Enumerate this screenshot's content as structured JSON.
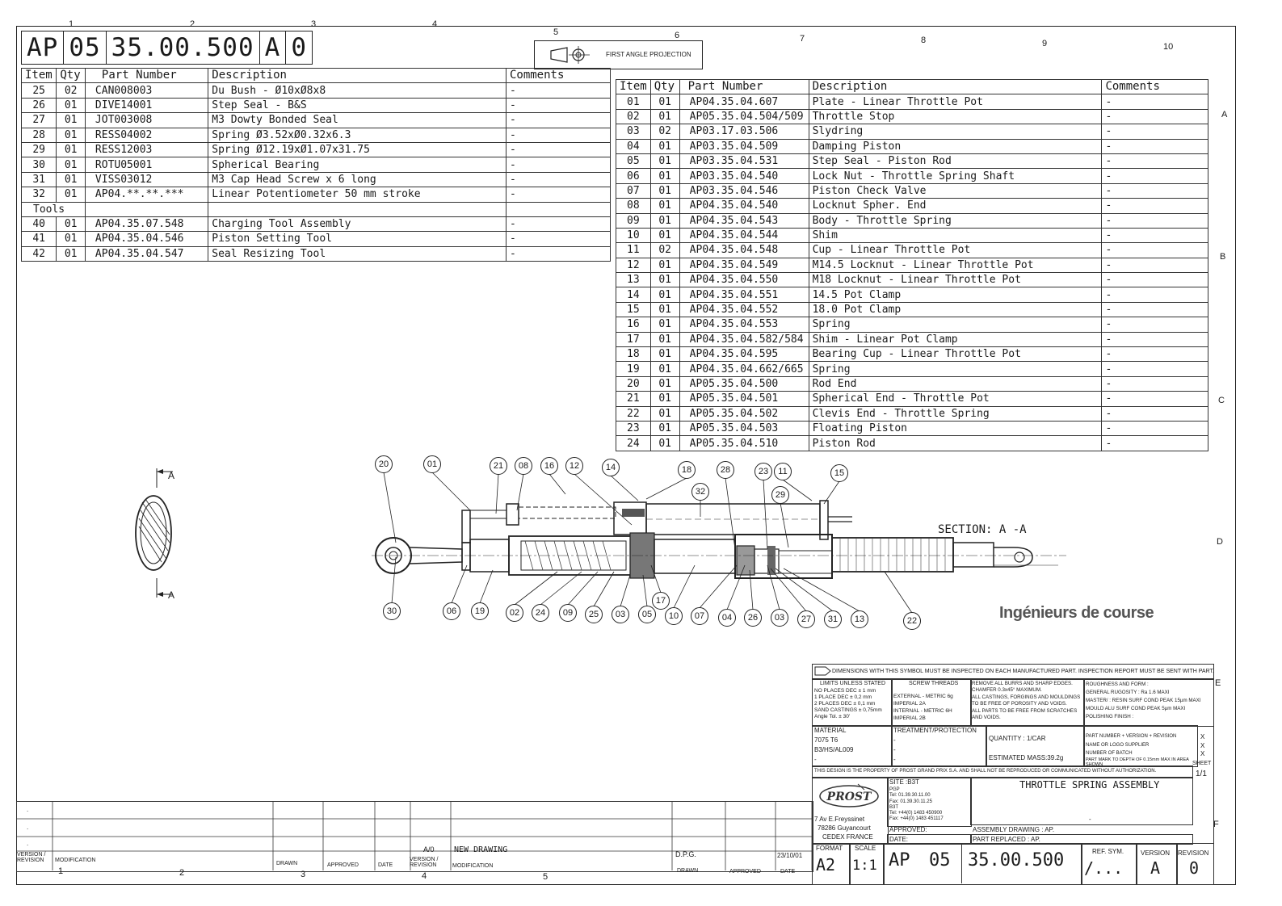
{
  "drawing_number_parts": [
    "AP",
    "05",
    "35.00.500",
    "A",
    "0"
  ],
  "projection_label": "FIRST ANGLE PROJECTION",
  "zones_top": [
    "1",
    "2",
    "3",
    "4",
    "5",
    "6",
    "7",
    "8",
    "9",
    "10"
  ],
  "zones_bottom": [
    "1",
    "2",
    "3",
    "4",
    "5"
  ],
  "zones_right": [
    "A",
    "B",
    "C",
    "D",
    "E",
    "F"
  ],
  "left_table": {
    "headers": [
      "Item",
      "Qty",
      "Part Number",
      "Description",
      "Comments"
    ],
    "rows": [
      [
        "25",
        "02",
        "CAN008003",
        "Du Bush - Ø10xØ8x8",
        "-"
      ],
      [
        "26",
        "01",
        "DIVE14001",
        "Step Seal - B&S",
        "-"
      ],
      [
        "27",
        "01",
        "JOT003008",
        "M3 Dowty Bonded Seal",
        "-"
      ],
      [
        "28",
        "01",
        "RESS04002",
        "Spring Ø3.52xØ0.32x6.3",
        "-"
      ],
      [
        "29",
        "01",
        "RESS12003",
        "Spring Ø12.19xØ1.07x31.75",
        "-"
      ],
      [
        "30",
        "01",
        "ROTU05001",
        "Spherical Bearing",
        "-"
      ],
      [
        "31",
        "01",
        "VISS03012",
        "M3 Cap Head Screw x 6 long",
        "-"
      ],
      [
        "32",
        "01",
        "AP04.**.**.***",
        "Linear Potentiometer 50 mm stroke",
        "-"
      ]
    ],
    "tools_label": "Tools",
    "tool_rows": [
      [
        "40",
        "01",
        "AP04.35.07.548",
        "Charging Tool Assembly",
        "-"
      ],
      [
        "41",
        "01",
        "AP04.35.04.546",
        "Piston Setting Tool",
        "-"
      ],
      [
        "42",
        "01",
        "AP04.35.04.547",
        "Seal Resizing Tool",
        "-"
      ]
    ]
  },
  "right_table": {
    "headers": [
      "Item",
      "Qty",
      "Part Number",
      "Description",
      "Comments"
    ],
    "rows": [
      [
        "01",
        "01",
        "AP04.35.04.607",
        "Plate - Linear Throttle Pot",
        "-"
      ],
      [
        "02",
        "01",
        "AP05.35.04.504/509",
        "Throttle Stop",
        "-"
      ],
      [
        "03",
        "02",
        "AP03.17.03.506",
        "Slydring",
        "-"
      ],
      [
        "04",
        "01",
        "AP03.35.04.509",
        "Damping Piston",
        "-"
      ],
      [
        "05",
        "01",
        "AP03.35.04.531",
        "Step Seal - Piston Rod",
        "-"
      ],
      [
        "06",
        "01",
        "AP03.35.04.540",
        "Lock Nut - Throttle Spring Shaft",
        "-"
      ],
      [
        "07",
        "01",
        "AP03.35.04.546",
        "Piston Check Valve",
        "-"
      ],
      [
        "08",
        "01",
        "AP04.35.04.540",
        "Locknut Spher. End",
        "-"
      ],
      [
        "09",
        "01",
        "AP04.35.04.543",
        "Body - Throttle Spring",
        "-"
      ],
      [
        "10",
        "01",
        "AP04.35.04.544",
        "Shim",
        "-"
      ],
      [
        "11",
        "02",
        "AP04.35.04.548",
        "Cup - Linear Throttle Pot",
        "-"
      ],
      [
        "12",
        "01",
        "AP04.35.04.549",
        "M14.5 Locknut - Linear Throttle Pot",
        "-"
      ],
      [
        "13",
        "01",
        "AP04.35.04.550",
        "M18 Locknut - Linear Throttle Pot",
        "-"
      ],
      [
        "14",
        "01",
        "AP04.35.04.551",
        "14.5 Pot Clamp",
        "-"
      ],
      [
        "15",
        "01",
        "AP04.35.04.552",
        "18.0 Pot Clamp",
        "-"
      ],
      [
        "16",
        "01",
        "AP04.35.04.553",
        "Spring",
        "-"
      ],
      [
        "17",
        "01",
        "AP04.35.04.582/584",
        "Shim - Linear Pot Clamp",
        "-"
      ],
      [
        "18",
        "01",
        "AP04.35.04.595",
        "Bearing Cup - Linear Throttle Pot",
        "-"
      ],
      [
        "19",
        "01",
        "AP04.35.04.662/665",
        "Spring",
        "-"
      ],
      [
        "20",
        "01",
        "AP05.35.04.500",
        "Rod End",
        "-"
      ],
      [
        "21",
        "01",
        "AP05.35.04.501",
        "Spherical End - Throttle Pot",
        "-"
      ],
      [
        "22",
        "01",
        "AP05.35.04.502",
        "Clevis End - Throttle Spring",
        "-"
      ],
      [
        "23",
        "01",
        "AP05.35.04.503",
        "Floating Piston",
        "-"
      ],
      [
        "24",
        "01",
        "AP05.35.04.510",
        "Piston Rod",
        "-"
      ]
    ]
  },
  "section_label": "SECTION: A -A",
  "section_arrow_label": "A",
  "brand_text": "Ingénieurs de course",
  "callouts_top": [
    "20",
    "01",
    "21",
    "08",
    "16",
    "12",
    "14",
    "18",
    "32",
    "28",
    "23",
    "11",
    "29",
    "15"
  ],
  "callouts_bottom": [
    "30",
    "06",
    "19",
    "02",
    "24",
    "09",
    "25",
    "03",
    "05",
    "17",
    "10",
    "07",
    "04",
    "26",
    "03",
    "27",
    "31",
    "13",
    "22"
  ],
  "title_block": {
    "note": "DIMENSIONS WITH THIS SYMBOL MUST BE INSPECTED ON EACH MANUFACTURED PART. INSPECTION REPORT MUST BE SENT WITH PART.",
    "limits_title": "LIMITS UNLESS STATED",
    "limits": [
      "NO PLACES DEC  ± 1 mm",
      "1 PLACE DEC  ± 0,2 mm",
      "2 PLACES DEC  ± 0,1 mm",
      "SAND CASTINGS  ± 0,75mm",
      "Angle Tol.  ± 30'"
    ],
    "screw_title": "SCREW THREADS",
    "screw": [
      "EXTERNAL - METRIC 6g",
      "IMPERIAL 2A",
      "INTERNAL - METRIC 6H",
      "IMPERIAL 2B"
    ],
    "remove_text": [
      "REMOVE ALL BURRS AND SHARP EDGES.",
      "CHAMFER 0.3x45° MAXIMUM.",
      "ALL CASTINGS, FORGINGS AND MOULDINGS",
      "TO BE FREE OF POROSITY AND VOIDS.",
      "ALL PARTS TO BE FREE FROM SCRATCHES",
      "AND VOIDS."
    ],
    "roughness": [
      "ROUGHNESS AND FORM :",
      "GENERAL RUGOSITY : Ra 1.6 MAXI",
      "MASTER/ : RESIN SURF COND PEAK 15µm MAXI",
      "MOULD   ALU SURF COND PEAK 5µm MAXI",
      "POLISHING FINISH :"
    ],
    "material_label": "MATERIAL",
    "material": [
      "7075 T6",
      "B3/HS/AL009",
      "-"
    ],
    "treatment_label": "TREATMENT/PROTECTION",
    "treatment": [
      "-",
      "-",
      "-"
    ],
    "quantity": "QUANTITY :  1/CAR",
    "mass": "ESTIMATED MASS:39.2g",
    "marking": [
      "PART NUMBER + VERSION + REVISION",
      "NAME OR LOGO SUPPLIER",
      "NUMBER OF BATCH",
      "PART MARK TO DEPTH OF 0.15mm MAX IN AREA SHOWN"
    ],
    "marking_x": [
      "X",
      "X",
      "X"
    ],
    "sheet_label": "SHEET",
    "sheet": "1/1",
    "property_note": "THIS DESIGN IS THE PROPERTY OF PROST GRAND PRIX S.A. AND SHALL NOT BE REPRODUCED OR COMMUNICATED WITHOUT AUTHORIZATION.",
    "company": "PROST",
    "address": [
      "7 Av E.Freyssinet",
      "78286 Guyancourt",
      "CEDEX FRANCE"
    ],
    "site_label": "SITE :B3T",
    "site": [
      "PGP",
      "Tel: 01.39.30.11.00",
      "Fax: 01.39.30.11.25",
      "B3T",
      "Tel: +44(0) 1483 450900",
      "Fax: +44(0) 1483 451117"
    ],
    "approved": "APPROVED:",
    "date": "DATE:",
    "title": "THROTTLE SPRING ASSEMBLY",
    "title_dash": "-",
    "assembly_drawing": "ASSEMBLY DRAWING  : AP.",
    "part_replaced": "PART REPLACED   : AP.",
    "format_label": "FORMAT",
    "format": "A2",
    "scale_label": "SCALE",
    "scale": "1:1",
    "number": [
      "AP",
      "05",
      "35.00.500"
    ],
    "ref_label": "REF. SYM.",
    "ref": "/...",
    "version_label": "VERSION",
    "version": "A",
    "revision_label": "REVISION",
    "revision": "0"
  },
  "revision_block": {
    "row_dots": [
      ".",
      ".",
      "."
    ],
    "version_entry": "A/0",
    "modification_entry": "NEW DRAWING",
    "drawn_entry": "D.P.G.",
    "date_entry": "23/10/01",
    "headers": [
      "VERSION / REVISION",
      "MODIFICATION",
      "DRAWN",
      "APPROVED",
      "DATE",
      "VERSION / REVISION",
      "MODIFICATION",
      "DRAWN",
      "APPROVED",
      "DATE"
    ]
  }
}
